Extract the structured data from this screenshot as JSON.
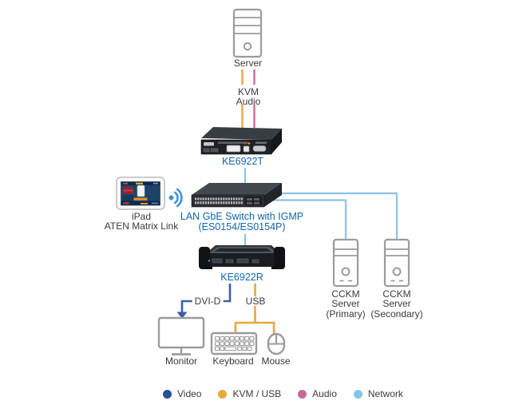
{
  "diagram": {
    "labels": {
      "server": "Server",
      "kvm": "KVM",
      "audio": "Audio",
      "ke6922t": "KE6922T",
      "ipad": "iPad\nATEN Matrix Link",
      "switch": "LAN GbE Switch with IGMP\n(ES0154/ES0154P)",
      "ke6922r": "KE6922R",
      "dvid": "DVI-D",
      "usb": "USB",
      "monitor": "Monitor",
      "keyboard": "Keyboard",
      "mouse": "Mouse",
      "cckm_primary": "CCKM\nServer\n(Primary)",
      "cckm_secondary": "CCKM\nServer\n(Secondary)"
    },
    "legend": {
      "items": [
        {
          "label": "Video",
          "color": "#26519B"
        },
        {
          "label": "KVM / USB",
          "color": "#E8A83C"
        },
        {
          "label": "Audio",
          "color": "#C8699E"
        },
        {
          "label": "Network",
          "color": "#85C3EA"
        }
      ]
    },
    "colors": {
      "video_line": "#3E5FA5",
      "kvm_usb_line": "#E8A83C",
      "audio_line": "#CD6B9E",
      "network_line": "#8AC4EA",
      "device_label_blue": "#0F66AF"
    }
  }
}
